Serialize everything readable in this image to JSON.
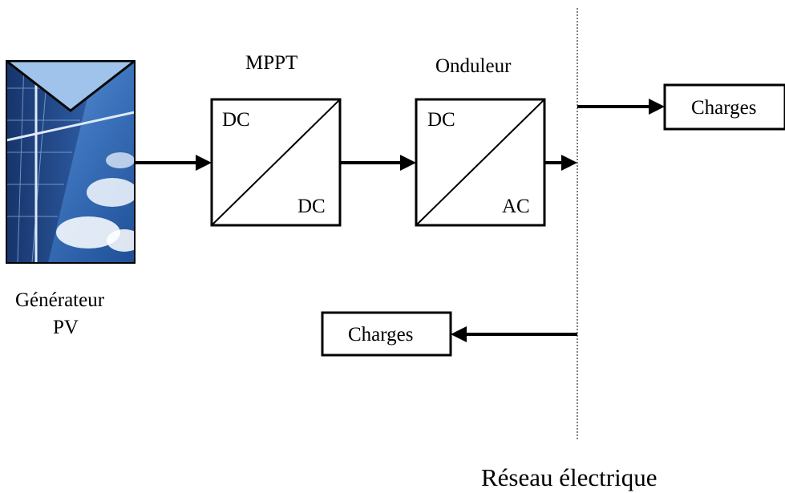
{
  "pv_generator": {
    "label_line1": "Générateur",
    "label_line2": "PV",
    "icon": "solar-panel-image"
  },
  "mppt": {
    "title": "MPPT",
    "input": "DC",
    "output": "DC"
  },
  "inverter": {
    "title": "Onduleur",
    "input": "DC",
    "output": "AC"
  },
  "loads_top": {
    "label": "Charges"
  },
  "loads_bottom": {
    "label": "Charges"
  },
  "grid": {
    "label": "Réseau électrique"
  },
  "colors": {
    "stroke": "#000000",
    "sky": "#4a86c8",
    "panel": "#1d3f7a"
  }
}
